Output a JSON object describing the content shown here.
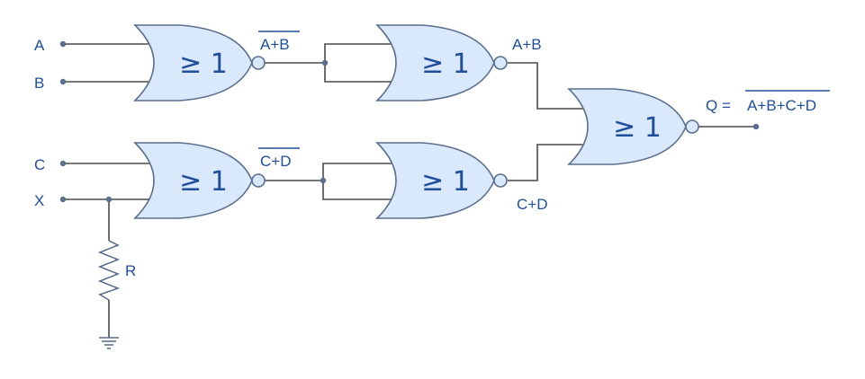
{
  "colors": {
    "gate_fill": "#dae8fc",
    "gate_stroke": "#5a6f8c",
    "wire": "#4a4a4a",
    "text": "#1f4e9b"
  },
  "gate_symbol": "≥ 1",
  "inputs": {
    "a": "A",
    "b": "B",
    "c": "C",
    "x": "X"
  },
  "signals": {
    "nor1_out": "A+B",
    "nor2_out": "C+D",
    "nor3_out": "A+B",
    "nor4_out": "C+D"
  },
  "output": {
    "prefix": "Q =",
    "expr": "A+B+C+D"
  },
  "resistor": {
    "label": "R"
  }
}
